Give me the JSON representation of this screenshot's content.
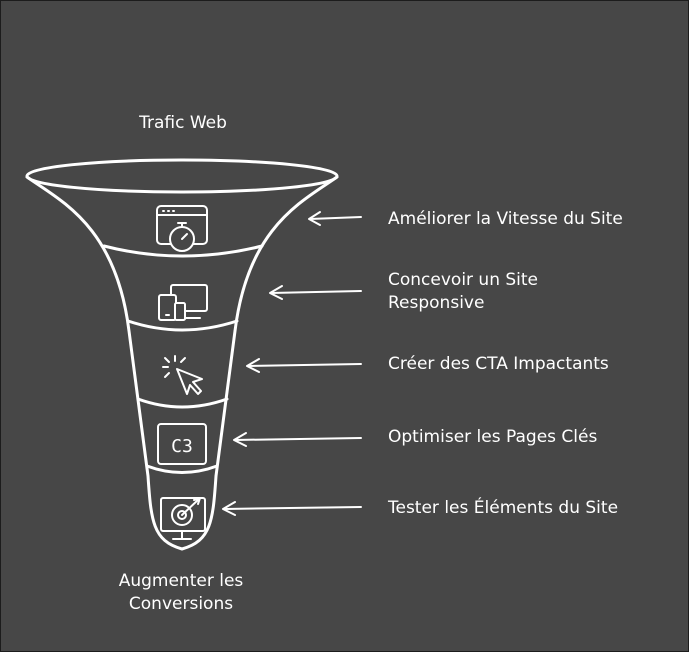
{
  "title_top": "Trafic Web",
  "bottom_label": {
    "line1": "Augmenter les",
    "line2": "Conversions"
  },
  "stages": [
    {
      "label": "Améliorer la Vitesse du Site",
      "icon": "browser-stopwatch-icon"
    },
    {
      "label_line1": "Concevoir un Site",
      "label_line2": "Responsive",
      "icon": "devices-icon"
    },
    {
      "label": "Créer des CTA Impactants",
      "icon": "click-cursor-icon"
    },
    {
      "label": "Optimiser les Pages Clés",
      "icon": "c3-icon",
      "icon_text": "C3"
    },
    {
      "label": "Tester les Éléments du Site",
      "icon": "monitor-target-icon"
    }
  ],
  "colors": {
    "background": "#474747",
    "stroke": "#ffffff",
    "text": "#ffffff"
  }
}
